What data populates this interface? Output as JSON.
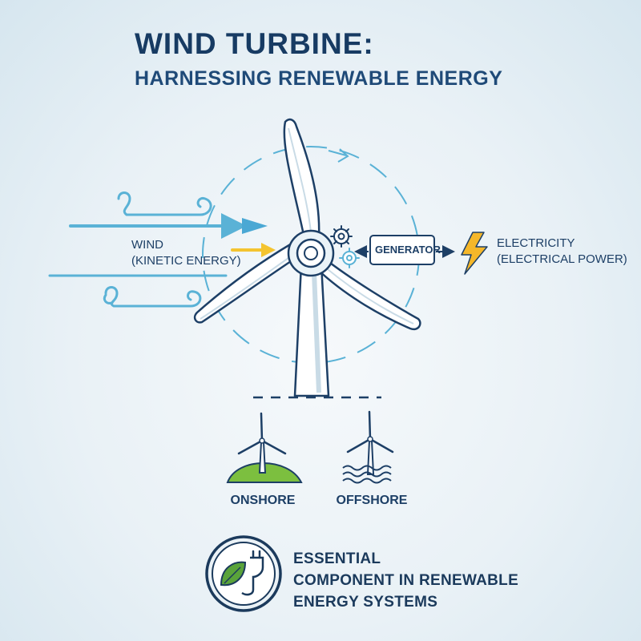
{
  "title": {
    "line1": "WIND TURBINE:",
    "line2": "HARNESSING RENEWABLE ENERGY"
  },
  "wind": {
    "label_line1": "WIND",
    "label_line2": "(KINETIC ENERGY)"
  },
  "generator": {
    "label": "GENERATOR"
  },
  "electricity": {
    "label_line1": "ELECTRICITY",
    "label_line2": "(ELECTRICAL POWER)"
  },
  "types": [
    {
      "label": "ONSHORE"
    },
    {
      "label": "OFFSHORE"
    }
  ],
  "footer": {
    "line1": "ESSENTIAL",
    "line2": "COMPONENT IN RENEWABLE",
    "line3": "ENERGY SYSTEMS"
  },
  "colors": {
    "navy": "#1b3a5c",
    "wind_blue": "#5ab2d6",
    "kinetic_arrow": "#f4c430",
    "lightning": "#f5b72a",
    "grass": "#7cbf3f",
    "leaf": "#5aa33a"
  },
  "icons": [
    "wind-swirl-icon",
    "gear-icon",
    "lightning-bolt-icon",
    "leaf-plug-icon",
    "wave-icon"
  ]
}
